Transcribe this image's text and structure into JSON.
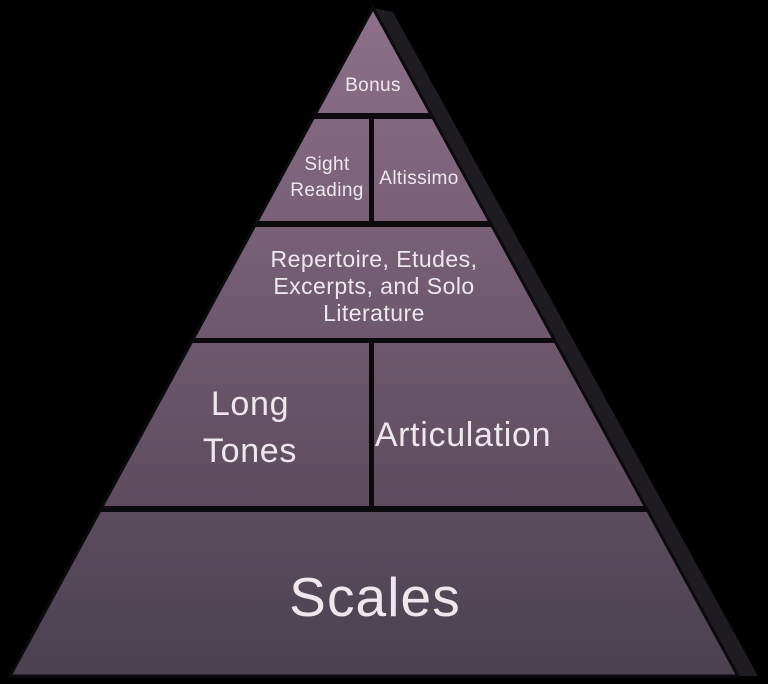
{
  "colors": {
    "background": "#000000",
    "pyramid_top": "#8e7089",
    "pyramid_mid": "#6a5569",
    "pyramid_bottom": "#4a4150",
    "side_shadow": "#1e1b21",
    "divider": "#0b0a0c",
    "text": "#eee8ee"
  },
  "pyramid": {
    "sections": {
      "bonus": {
        "label": "Bonus"
      },
      "sight_reading": {
        "line1": "Sight",
        "line2": "Reading"
      },
      "altissimo": {
        "label": "Altissimo"
      },
      "repertoire": {
        "line1": "Repertoire, Etudes,",
        "line2": "Excerpts, and Solo",
        "line3": "Literature"
      },
      "long_tones": {
        "line1": "Long",
        "line2": "Tones"
      },
      "articulation": {
        "label": "Articulation"
      },
      "scales": {
        "label": "Scales"
      }
    }
  }
}
